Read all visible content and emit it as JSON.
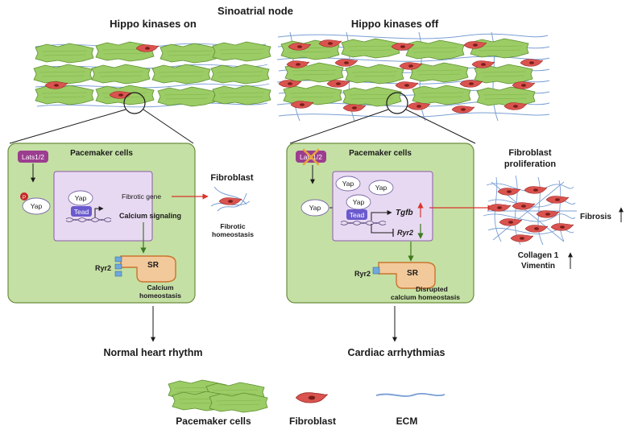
{
  "title": "Sinoatrial node",
  "left": {
    "heading": "Hippo kinases on",
    "box_title": "Pacemaker cells",
    "lats": "Lats1/2",
    "phospho": "P",
    "yap_cyto": "Yap",
    "yap_nuc": "Yap",
    "tead": "Tead",
    "fibrotic_gene": "Fibrotic gene",
    "calcium_signaling": "Calcium signaling",
    "ryr2": "Ryr2",
    "sr": "SR",
    "calcium_homeostasis_1": "Calcium",
    "calcium_homeostasis_2": "homeostasis",
    "fibroblast": "Fibroblast",
    "fibrotic_homeostasis_1": "Fibrotic",
    "fibrotic_homeostasis_2": "homeostasis",
    "outcome": "Normal heart rhythm"
  },
  "right": {
    "heading": "Hippo kinases off",
    "box_title": "Pacemaker cells",
    "lats": "Lats1/2",
    "yap_cyto": "Yap",
    "yap_nuc_1": "Yap",
    "yap_nuc_2": "Yap",
    "yap_nuc_3": "Yap",
    "tead": "Tead",
    "tgfb": "Tgfb",
    "ryr2_gene": "Ryr2",
    "ryr2": "Ryr2",
    "sr": "SR",
    "disrupted_1": "Disrupted",
    "disrupted_2": "calcium homeostasis",
    "fibroblast_prolif_1": "Fibroblast",
    "fibroblast_prolif_2": "proliferation",
    "fibrosis": "Fibrosis",
    "collagen": "Collagen 1",
    "vimentin": "Vimentin",
    "outcome": "Cardiac arrhythmias"
  },
  "legend": {
    "pacemaker": "Pacemaker cells",
    "fibroblast": "Fibroblast",
    "ecm": "ECM"
  },
  "colors": {
    "pacemaker_fill": "#9ccc65",
    "pacemaker_stroke": "#5a8f2e",
    "box_fill": "#c5e0a5",
    "box_stroke": "#6b8e3d",
    "nucleus_fill": "#e8d9f2",
    "nucleus_stroke": "#8a5aa8",
    "lats_fill": "#9c3d8f",
    "tead_fill": "#6a5acd",
    "fibroblast_fill": "#d9534f",
    "ecm_stroke": "#7a9fd4",
    "red_arrow": "#d9342b",
    "green_arrow": "#3d7a1e",
    "sr_fill": "#f2c99a",
    "sr_stroke": "#c9742f",
    "ryr2_fill": "#6fa8dc"
  }
}
